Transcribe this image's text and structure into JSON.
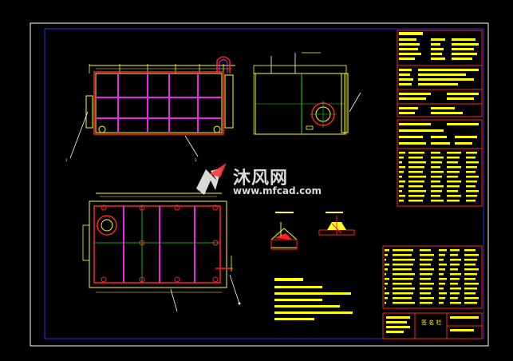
{
  "watermark": {
    "brand_cn": "沐风网",
    "url": "www.mfcad.com"
  },
  "title_block": {
    "stamp": "签 名 栏"
  },
  "colors": {
    "background": "#000000",
    "frame_outer": "#ffffff",
    "frame_inner": "#2222cc",
    "outline_red": "#ff2222",
    "partition_magenta": "#ee22ee",
    "dimension_yellow": "#ffff22",
    "centerline_green": "#22dd22",
    "hatch_yellow": "#ffff00"
  }
}
